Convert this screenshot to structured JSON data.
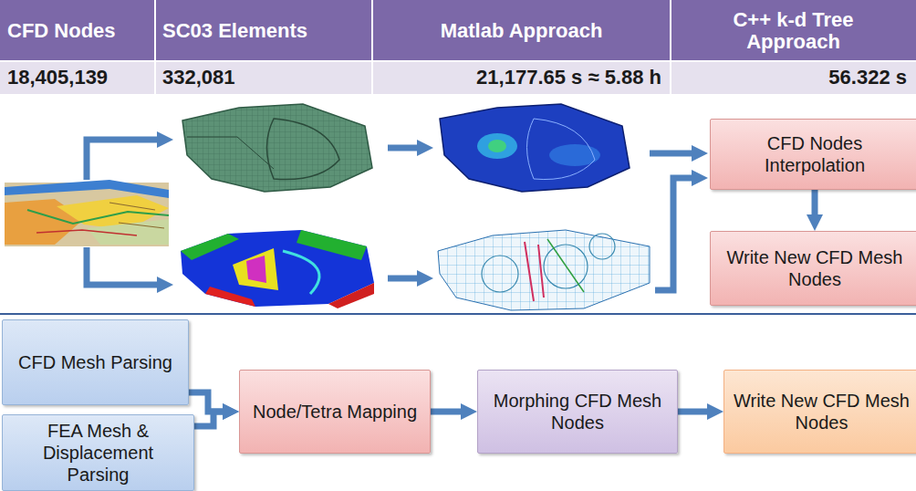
{
  "diagram": {
    "nodes": [
      {
        "text": [
          "CFD Nodes Interpolation"
        ]
      },
      {
        "text": [
          "Write New CFD Mesh Nodes"
        ]
      },
      {
        "text": [
          "CFD Mesh Parsing"
        ]
      },
      {
        "text": [
          "FEA Mesh & Displacement Parsing"
        ]
      },
      {
        "text": [
          "Node/Tetra Mapping"
        ]
      },
      {
        "text": [
          "Morphing CFD Mesh Nodes"
        ]
      },
      {
        "text": [
          "Write New CFD Mesh Nodes"
        ]
      }
    ],
    "edges": [
      {
        "from": 0,
        "to": 1,
        "arrow": "to"
      },
      {
        "from": 2,
        "to": 4,
        "arrow": "to"
      },
      {
        "from": 3,
        "to": 4,
        "arrow": "to"
      },
      {
        "from": 4,
        "to": 5,
        "arrow": "to"
      },
      {
        "from": 5,
        "to": 6,
        "arrow": "to"
      }
    ],
    "labels": [
      "CFD Nodes",
      "SC03 Elements",
      "Matlab Approach",
      "C++ k-d Tree Approach",
      "18,405,139",
      "332,081",
      "21,177.65 s ≈ 5.88 h",
      "56.322 s"
    ]
  }
}
